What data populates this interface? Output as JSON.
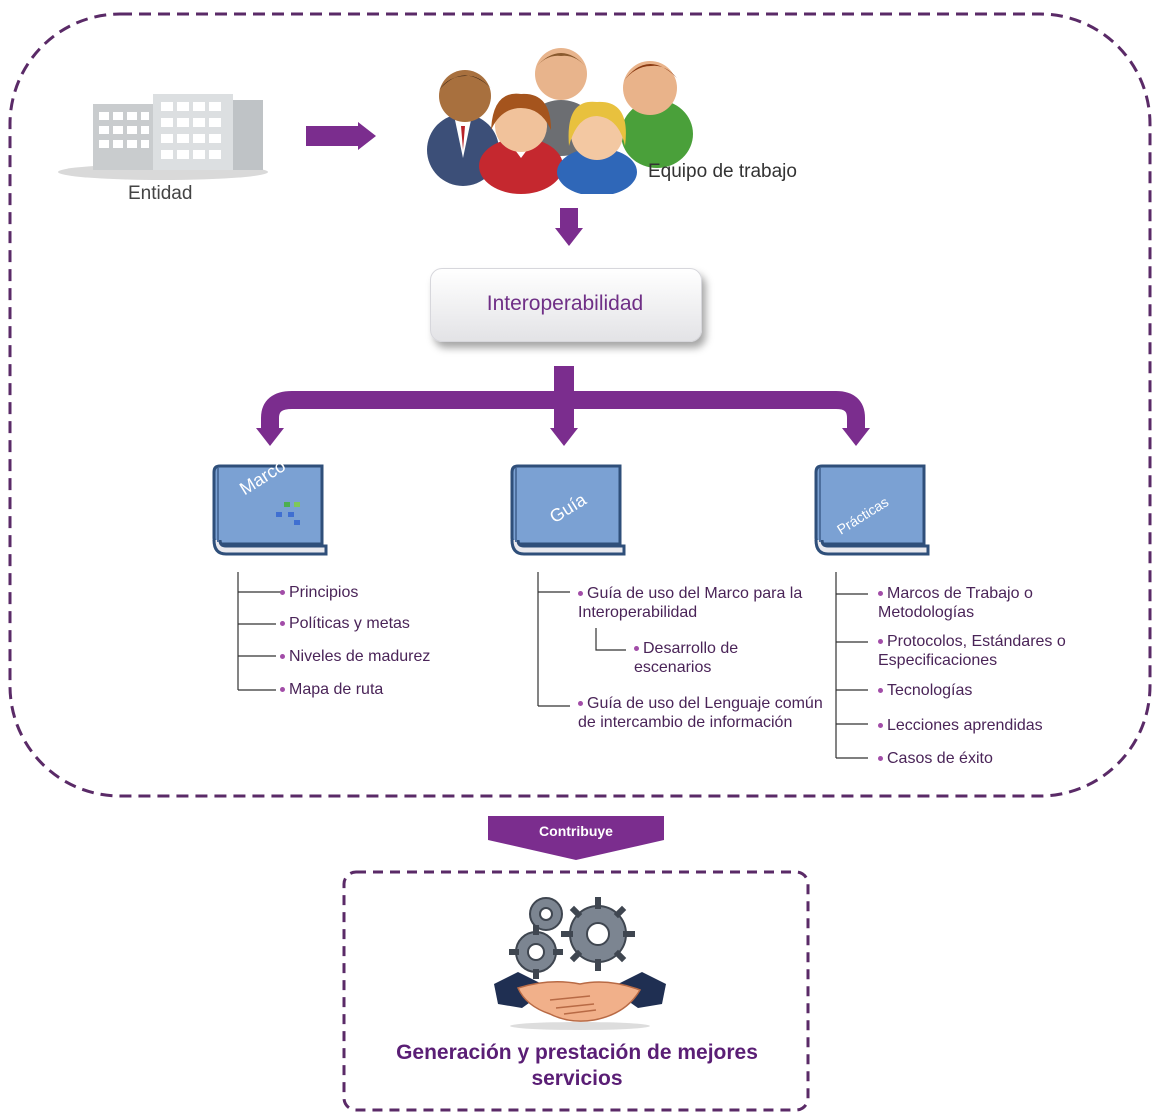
{
  "colors": {
    "accent": "#7b2d8e",
    "dash": "#5a2a67",
    "book": "#7ba1d3"
  },
  "entity": {
    "label": "Entidad",
    "icon": "building-icon"
  },
  "team": {
    "label": "Equipo de trabajo",
    "icon": "people-group-icon"
  },
  "core": {
    "label": "Interoperabilidad"
  },
  "books": [
    {
      "title": "Marco",
      "items": [
        "Principios",
        "Políticas y metas",
        "Niveles de madurez",
        "Mapa de ruta"
      ]
    },
    {
      "title": "Guía",
      "items": [
        "Guía de uso del Marco para la Interoperabilidad",
        "Desarrollo de escenarios",
        "Guía de uso del Lenguaje común de intercambio de información"
      ]
    },
    {
      "title": "Prácticas",
      "items": [
        "Marcos de Trabajo o Metodologías",
        "Protocolos, Estándares o Especificaciones",
        "Tecnologías",
        "Lecciones aprendidas",
        "Casos de éxito"
      ]
    }
  ],
  "contribution": {
    "label": "Contribuye"
  },
  "result": {
    "label": "Generación y prestación de mejores servicios",
    "icon": "gears-handshake-icon"
  }
}
